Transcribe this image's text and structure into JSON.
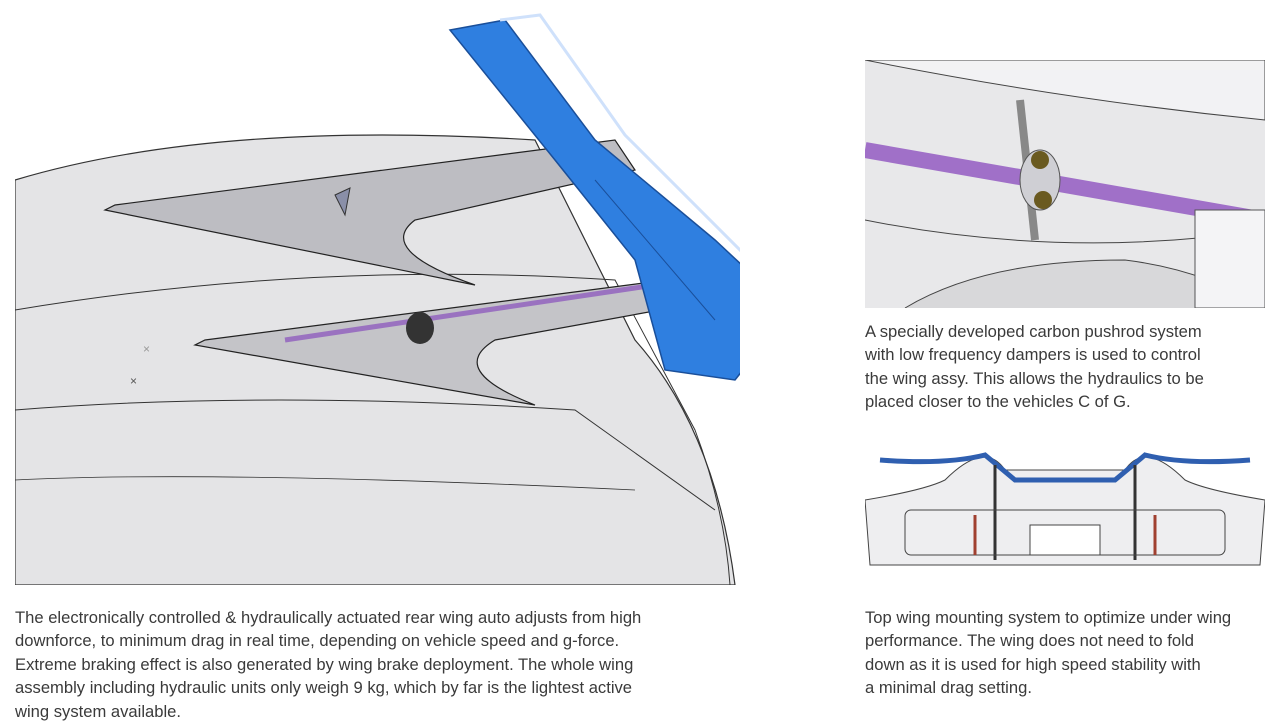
{
  "figures": {
    "main": {
      "caption_lines": [
        "The electronically controlled & hydraulically actuated rear wing auto adjusts from high",
        "downforce, to minimum drag in real time, depending on vehicle  speed and g-force.",
        "Extreme braking effect is also generated by wing brake deployment. The whole wing",
        "assembly including hydraulic units only weigh 9 kg, which by far is the lightest active",
        "wing system available."
      ]
    },
    "pushrod": {
      "caption_lines": [
        "A specially developed carbon pushrod system",
        "with low frequency dampers  is used to control",
        "the wing assy. This allows the hydraulics to be",
        "placed closer to the vehicles C of G."
      ]
    },
    "mount": {
      "caption_lines": [
        "Top wing mounting system to optimize under wing",
        "performance. The wing does not need to fold",
        "down as it is used for high speed stability with",
        "a minimal drag setting."
      ]
    }
  },
  "colors": {
    "wing_blue": "#2f7fe0",
    "pushrod_purple": "#a070c8",
    "body_gray": "#e6e6e6"
  }
}
